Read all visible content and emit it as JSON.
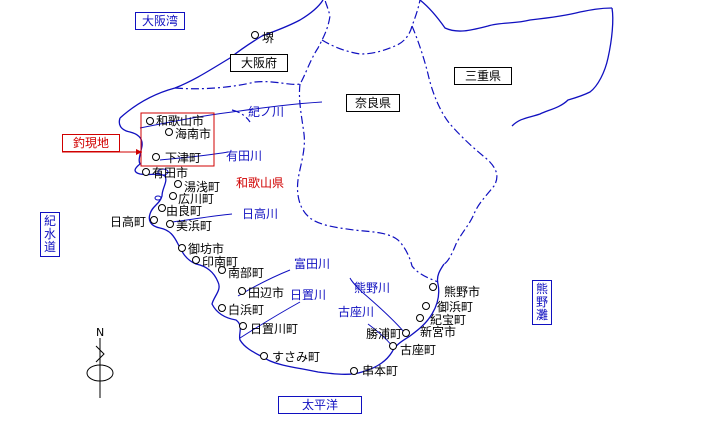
{
  "seas": {
    "osaka_bay": "大阪湾",
    "kisuido": [
      "紀",
      "水",
      "道"
    ],
    "kumanonada": [
      "熊",
      "野",
      "灘"
    ],
    "pacific": "太平洋"
  },
  "prefectures": {
    "osaka": "大阪府",
    "nara": "奈良県",
    "mie": "三重県",
    "wakayama": "和歌山県"
  },
  "rivers": {
    "kinokawa": "紀ノ川",
    "aridagawa": "有田川",
    "hidakagawa": "日高川",
    "tondagawa": "富田川",
    "hikigawa": "日置川",
    "kumanogawa": "熊野川",
    "kozagawa": "古座川"
  },
  "fishing_spot": "釣現地",
  "compass": "N",
  "places": {
    "sakai": "堺",
    "wakayama_shi": "和歌山市",
    "kainan_shi": "海南市",
    "shimotsu": "下津町",
    "arida_shi": "有田市",
    "yuasa": "湯浅町",
    "hirokawa": "広川町",
    "yura": "由良町",
    "hidaka": "日高町",
    "mihama": "美浜町",
    "gobo": "御坊市",
    "inami": "印南町",
    "minabe": "南部町",
    "tanabe": "田辺市",
    "shirahama": "白浜町",
    "hikigawa_town": "日置川町",
    "susami": "すさみ町",
    "kumano_shi": "熊野市",
    "mihama_mie": "御浜町",
    "kiho": "紀宝町",
    "shingu": "新宮市",
    "katsuura": "勝浦町",
    "koza": "古座町",
    "kushimoto": "串本町"
  }
}
